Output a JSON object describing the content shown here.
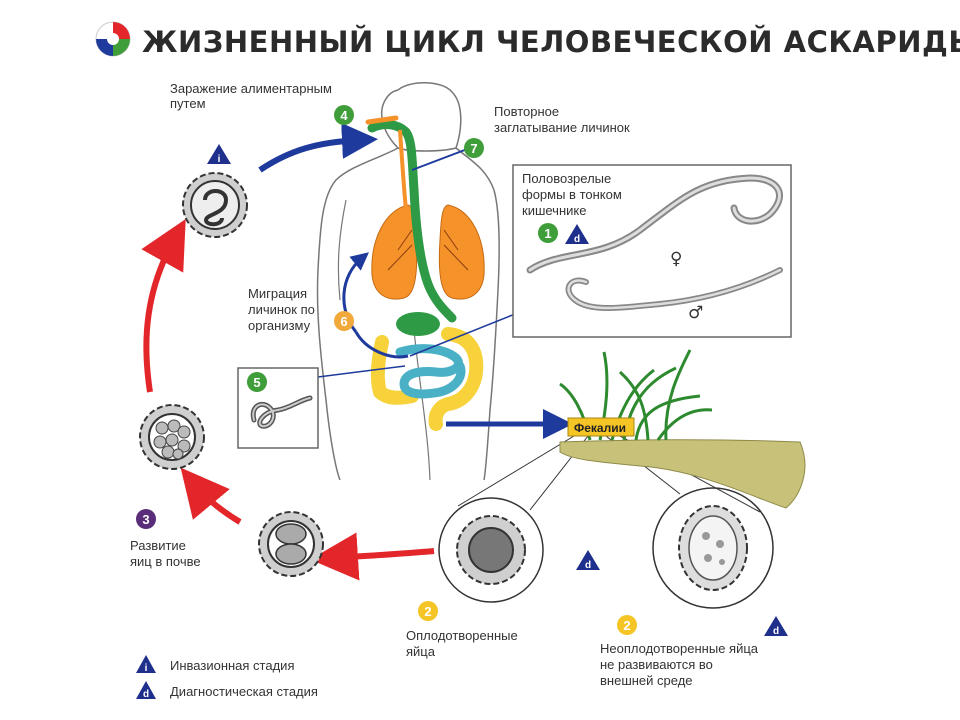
{
  "title": "ЖИЗНЕННЫЙ ЦИКЛ ЧЕЛОВЕЧЕСКОЙ АСКАРИДЫ",
  "labels": {
    "infection_line1": "Заражение алиментарным",
    "infection_line2": "путем",
    "reswallow_line1": "Повторное",
    "reswallow_line2": "заглатывание личинок",
    "adults_line1": "Половозрелые",
    "adults_line2": "формы в тонком",
    "adults_line3": "кишечнике",
    "migration_line1": "Миграция",
    "migration_line2": "личинок по",
    "migration_line3": "организму",
    "development_line1": "Развитие",
    "development_line2": "яиц в почве",
    "feces": "Фекалии",
    "fertilized_line1": "Оплодотворенные",
    "fertilized_line2": "яйца",
    "unfertilized_line1": "Неоплодотворенные яйца",
    "unfertilized_line2": "не развиваются во",
    "unfertilized_line3": "внешней среде",
    "female_symbol": "♀",
    "male_symbol": "♂"
  },
  "stages": {
    "s1": "1",
    "s2a": "2",
    "s2b": "2",
    "s3": "3",
    "s4": "4",
    "s5": "5",
    "s6": "6",
    "s7": "7"
  },
  "markers": {
    "infective": "i",
    "diagnostic": "d"
  },
  "legend": {
    "infective_label": "Инвазионная стадия",
    "diagnostic_label": "Диагностическая стадия"
  },
  "colors": {
    "stage_green": "#3f9e3a",
    "stage_orange": "#f2a93b",
    "stage_yellow": "#f5c526",
    "stage_purple": "#5a2d7a",
    "marker_blue": "#1f2f8c",
    "arrow_red": "#e3262a",
    "arrow_blue": "#1e3a9c",
    "lungs": "#f5922a",
    "intestine_blue": "#4ab0c6",
    "intestine_yellow": "#f7d23a",
    "digestive_green": "#2e9a46"
  }
}
